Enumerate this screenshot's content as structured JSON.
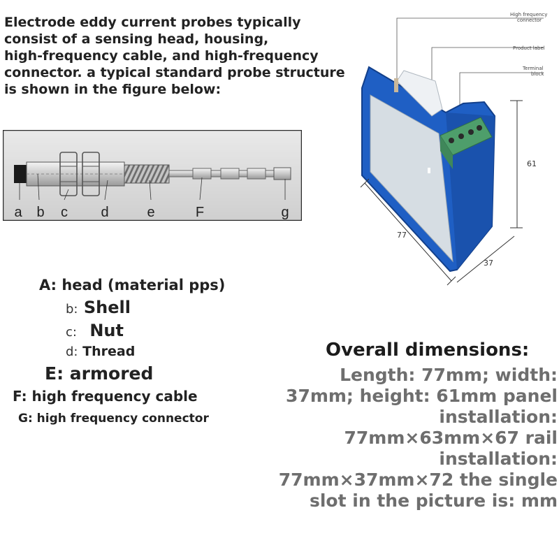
{
  "intro": {
    "lines": [
      "Electrode eddy current probes typically",
      "consist of a sensing head, housing,",
      "high-frequency cable, and high-frequency",
      "connector. a typical standard probe structure",
      "is shown in the figure below:"
    ]
  },
  "probe_figure": {
    "labels": [
      "a",
      "b",
      "c",
      "d",
      "e",
      "F",
      "g"
    ]
  },
  "legend": {
    "a": "A: head (material pps)",
    "b_key": "b:",
    "b_text": "Shell",
    "c_key": "c:",
    "c_text": "Nut",
    "d_key": "d:",
    "d_text": "Thread",
    "e": "E: armored",
    "f": "F: high frequency cable",
    "g": "G: high frequency connector"
  },
  "device_figure": {
    "callouts": {
      "connector": [
        "High frequency",
        "connector"
      ],
      "product_label": "Product label",
      "terminal": [
        "Terminal",
        "block"
      ]
    },
    "dimensions": {
      "height": "61",
      "length": "77",
      "width": "37"
    },
    "colors": {
      "housing": "#1f5fc4",
      "face": "#d6dde3",
      "terminal": "#4e9e6b"
    }
  },
  "dimensions": {
    "title": "Overall dimensions:",
    "lines": [
      "Length: 77mm; width:",
      "37mm; height: 61mm panel",
      "installation:",
      "77mm×63mm×67 rail",
      "installation:",
      "77mm×37mm×72 the single",
      "slot in the picture is: mm"
    ]
  }
}
